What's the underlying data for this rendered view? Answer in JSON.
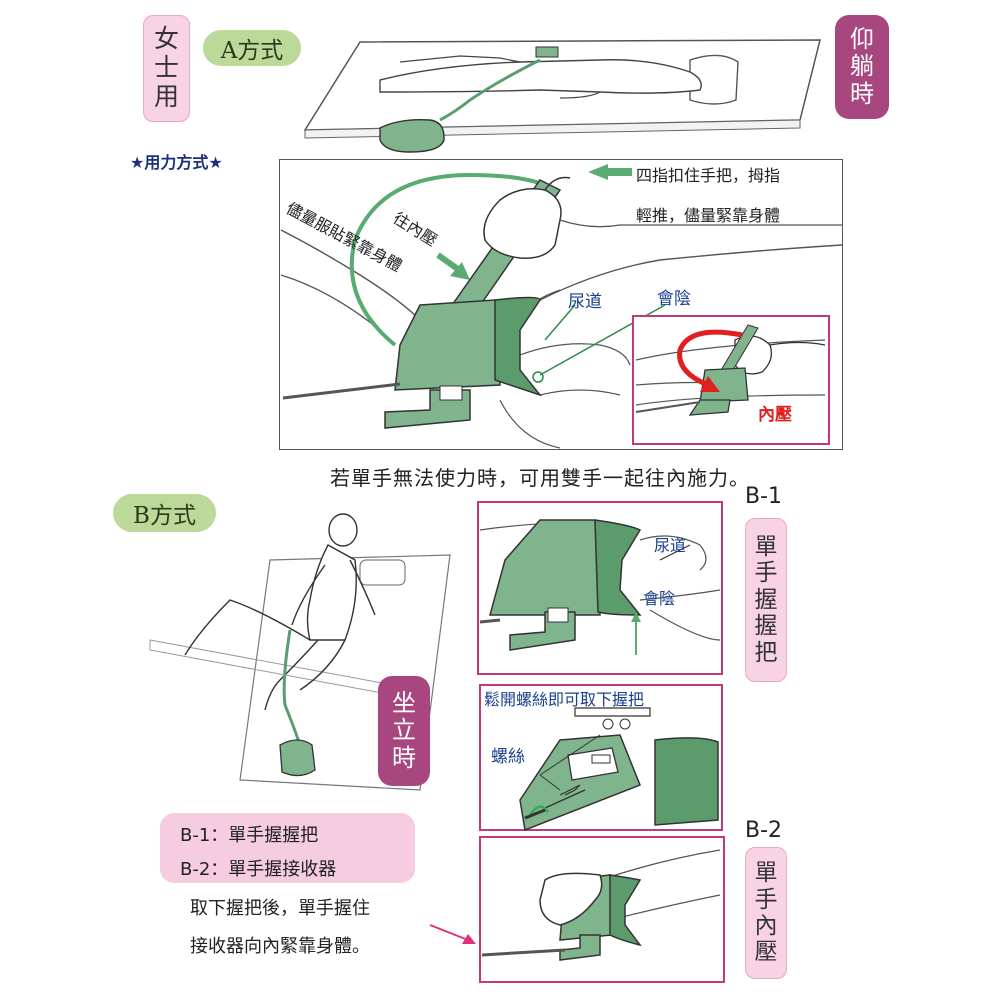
{
  "labels": {
    "women": [
      "女",
      "士",
      "用"
    ],
    "supine": [
      "仰",
      "躺",
      "時"
    ],
    "sitting": [
      "坐",
      "立",
      "時"
    ],
    "b1_side": [
      "單",
      "手",
      "握",
      "握",
      "把"
    ],
    "b2_side": [
      "單",
      "手",
      "內",
      "壓"
    ]
  },
  "method_a": "A方式",
  "method_b": "B方式",
  "force_method": "★用力方式★",
  "callout_line1": "四指扣住手把，拇指",
  "callout_line2": "輕推，儘量緊靠身體",
  "curve_text": "儘量服貼緊靠身體",
  "inward_text": "往內壓",
  "urethra": "尿道",
  "perineum": "會陰",
  "inner_press": "內壓",
  "two_hand_note": "若單手無法使力時，可用雙手一起往內施力。",
  "b1_code": "B-1",
  "b2_code": "B-2",
  "b1_urethra": "尿道",
  "b1_perineum": "會陰",
  "loosen_text": "鬆開螺絲即可取下握把",
  "screw_text": "螺絲",
  "legend": {
    "line1": "B-1：單手握握把",
    "line2": "B-2：單手握接收器"
  },
  "note_line1": "取下握把後，單手握住",
  "note_line2": "接收器向內緊靠身體。",
  "colors": {
    "pink": "#f7cfe0",
    "magenta": "#a7467f",
    "green": "#bcd99a",
    "device": "#7fb48c",
    "arrow": "#5aab71",
    "red": "#e02020"
  }
}
